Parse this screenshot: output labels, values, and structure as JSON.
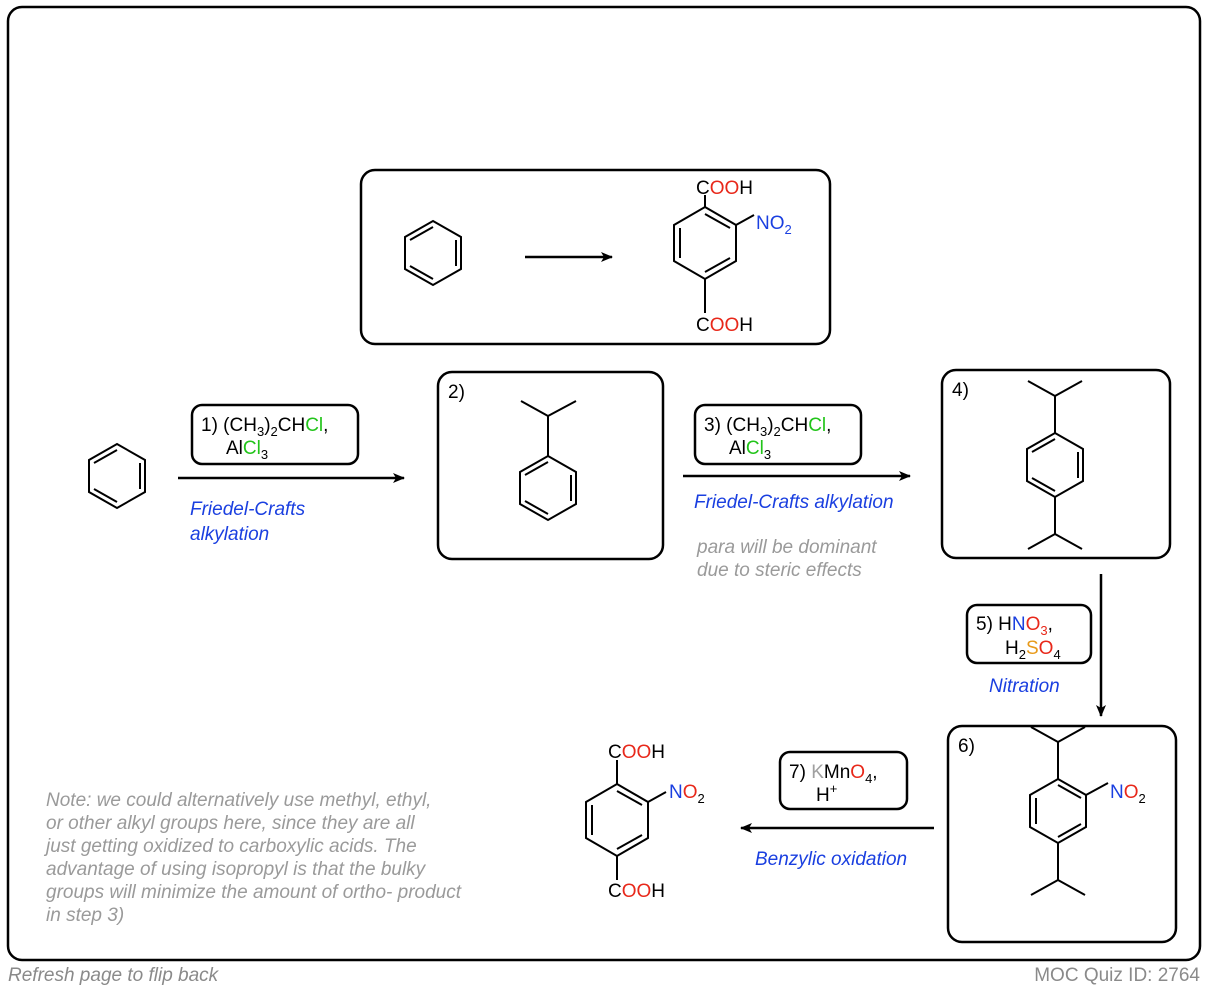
{
  "colors": {
    "frame": "#000000",
    "step_label_blue": "#1a3fe0",
    "note_gray": "#9a9a9a",
    "oxygen_red": "#e8281a",
    "nitrogen_blue": "#1a3fe0",
    "chlorine_green": "#22c41a",
    "sulfur_orange": "#e89a1a",
    "potassium_gray": "#a0a0a0"
  },
  "summary": {
    "product_top_group": "COOH",
    "product_bottom_group": "COOH",
    "product_nitro_group": "NO2"
  },
  "steps": {
    "s1": {
      "number": "1)",
      "reagent1": "(CH3)2CHCl,",
      "reagent2": "AlCl3",
      "name_line1": "Friedel-Crafts",
      "name_line2": "alkylation"
    },
    "s2": {
      "number": "2)"
    },
    "s3": {
      "number": "3)",
      "reagent1": "(CH3)2CHCl,",
      "reagent2": "AlCl3",
      "name": "Friedel-Crafts alkylation",
      "note_line1": "para will be dominant",
      "note_line2": "due to steric effects"
    },
    "s4": {
      "number": "4)"
    },
    "s5": {
      "number": "5)",
      "reagent1": "HNO3,",
      "reagent2": "H2SO4",
      "name": "Nitration"
    },
    "s6": {
      "number": "6)",
      "nitro": "NO2"
    },
    "s7": {
      "number": "7)",
      "reagent1": "KMnO4,",
      "reagent2": "H+",
      "name": "Benzylic oxidation"
    }
  },
  "final_product": {
    "top_group": "COOH",
    "bottom_group": "COOH",
    "nitro_group": "NO2"
  },
  "note": {
    "lines": [
      "Note: we could alternatively use methyl, ethyl,",
      "or other alkyl groups here, since they are all",
      "just getting oxidized to carboxylic acids. The",
      "advantage of using isopropyl is that the bulky",
      "groups will minimize the amount of ortho- product",
      "in step 3)"
    ]
  },
  "footer": {
    "left": "Refresh page to flip back",
    "right": "MOC Quiz ID: 2764"
  }
}
